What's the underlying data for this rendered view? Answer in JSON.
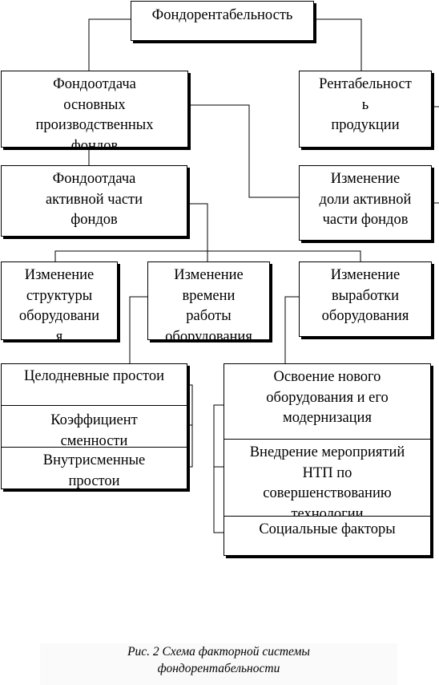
{
  "diagram": {
    "top": "Фондорентабельность",
    "fondootdacha_osn": "Фондоотдача\nосновных\nпроизводственных\nфондов",
    "rentabelnost": "Рентабельност\nь\nпродукции",
    "fondootdacha_akt": "Фондоотдача\nактивной части\nфондов",
    "dolya_akt": "Изменение\nдоли активной\nчасти фондов",
    "struktura": "Изменение\nструктуры\nоборудовани\nя",
    "vremya": "Изменение\nвремени\nработы\nоборудования",
    "vyrabotka": "Изменение\nвыработки\nоборудования",
    "left_group": {
      "tselodnevnye": "Целодневные простои",
      "smennost": "Коэффициент\nсменности",
      "vnutrismennye": "Внутрисменные\nпростои"
    },
    "right_group": {
      "osvoenie": "Освоение нового\nоборудования и его\nмодернизация",
      "vnedrenie": "Внедрение мероприятий\nНТП по\nсовершенствованию\nтехнологии",
      "sotsialnye": "Социальные факторы"
    }
  },
  "caption": "Рис. 2 Схема факторной системы\nфондорентабельности"
}
